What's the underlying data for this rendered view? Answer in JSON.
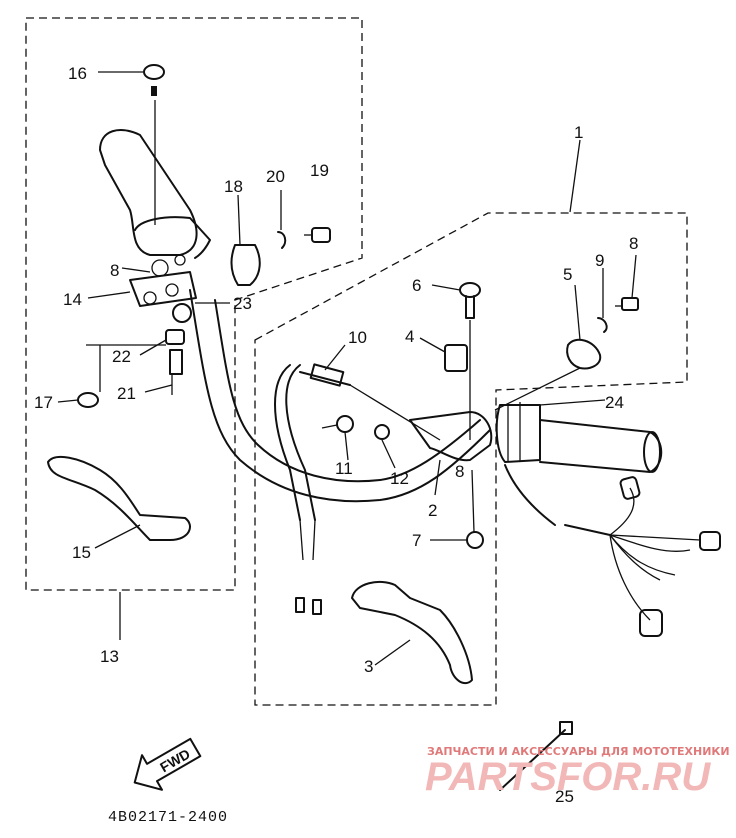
{
  "labels": {
    "p1": "1",
    "p2": "2",
    "p3": "3",
    "p4": "4",
    "p5": "5",
    "p6": "6",
    "p7": "7",
    "p8a": "8",
    "p8b": "8",
    "p8c": "8",
    "p9": "9",
    "p10": "10",
    "p11": "11",
    "p12": "12",
    "p13": "13",
    "p14": "14",
    "p15": "15",
    "p16": "16",
    "p17": "17",
    "p18": "18",
    "p19": "19",
    "p20": "20",
    "p21": "21",
    "p22": "22",
    "p23": "23",
    "p24": "24",
    "p25": "25"
  },
  "fwd": "FWD",
  "code": "4B02171-2400",
  "watermark": {
    "top": "ЗАПЧАСТИ И АКСЕССУАРЫ ДЛЯ МОТОТЕХНИКИ",
    "brand": "PARTSFOR.RU"
  }
}
